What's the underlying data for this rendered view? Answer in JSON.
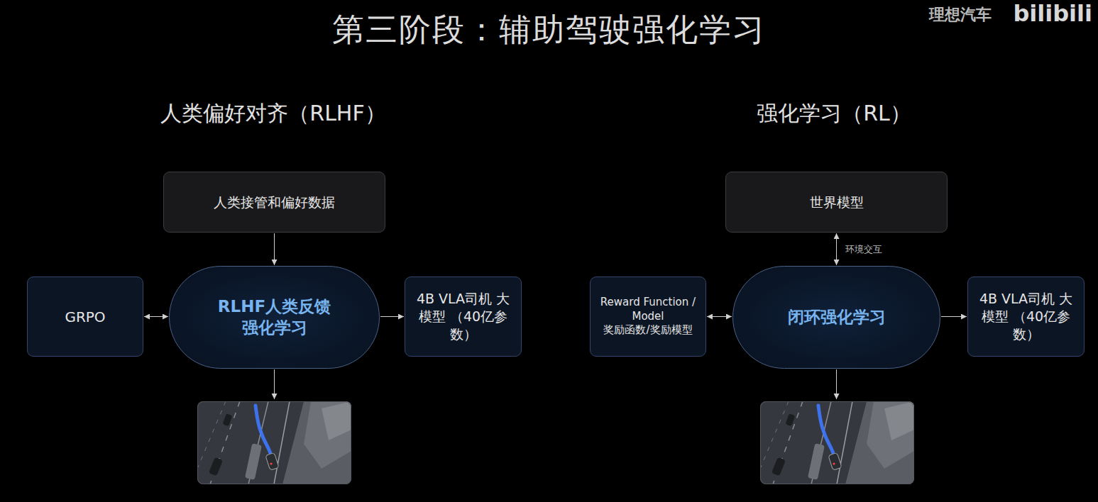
{
  "diagram": {
    "title": "第三阶段：辅助驾驶强化学习",
    "nodes": [
      {
        "text": [
          "人类接管和偏好数据"
        ]
      },
      {
        "text": [
          "GRPO"
        ]
      },
      {
        "text": [
          "RLHF人类反馈 强化学习"
        ]
      },
      {
        "text": [
          "4B VLA司机 大模型 （40亿参数）"
        ]
      },
      {
        "text": [
          "世界模型"
        ]
      },
      {
        "text": [
          "Reward Function / Model",
          "奖励函数/奖励模型"
        ]
      },
      {
        "text": [
          "闭环强化学习"
        ]
      },
      {
        "text": [
          "4B VLA司机 大模型 （40亿参数）"
        ]
      }
    ],
    "edges": [
      {
        "from": 0,
        "to": 2,
        "arrow": "to"
      },
      {
        "from": 1,
        "to": 2,
        "arrow": "both"
      },
      {
        "from": 2,
        "to": 3,
        "arrow": "to"
      },
      {
        "from": 4,
        "to": 6,
        "label": "环境交互",
        "arrow": "both"
      },
      {
        "from": 5,
        "to": 6,
        "arrow": "both"
      },
      {
        "from": 6,
        "to": 7,
        "arrow": "to"
      }
    ],
    "labels": [
      "人类偏好对齐（RLHF）",
      "强化学习（RL）",
      "理想汽车",
      "bilibili"
    ]
  }
}
